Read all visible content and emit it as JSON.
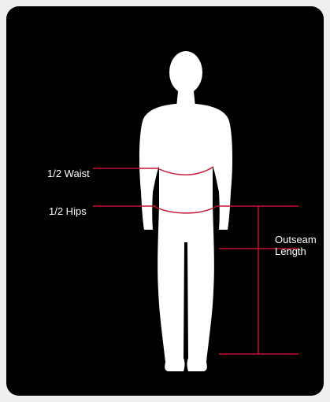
{
  "measurements": {
    "waist_label": "1/2 Waist",
    "hips_label": "1/2 Hips",
    "outseam_label_line1": "Outseam",
    "outseam_label_line2": "Length"
  },
  "colors": {
    "background": "#efefef",
    "panel": "#000000",
    "silhouette": "#ffffff",
    "measure_line": "#c8102e",
    "text": "#ffffff"
  },
  "icons": {
    "figure": "human-silhouette-icon"
  }
}
